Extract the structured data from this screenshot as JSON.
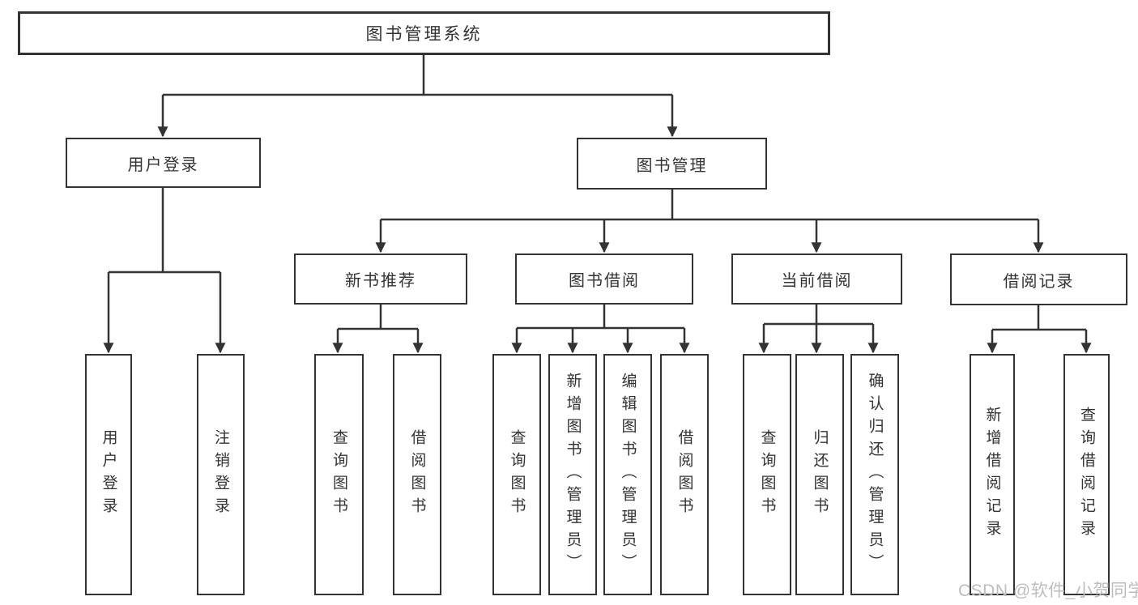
{
  "diagram": {
    "root": {
      "label": "图书管理系统",
      "children": {
        "login": {
          "label": "用户登录",
          "children": {
            "user_login": {
              "label": "用户登录"
            },
            "logout": {
              "label": "注销登录"
            }
          }
        },
        "management": {
          "label": "图书管理",
          "children": {
            "new_books": {
              "label": "新书推荐",
              "children": {
                "query": {
                  "label": "查询图书"
                },
                "borrow": {
                  "label": "借阅图书"
                }
              }
            },
            "borrowing": {
              "label": "图书借阅",
              "children": {
                "query": {
                  "label": "查询图书"
                },
                "add": {
                  "label": "新增图书（管理员）"
                },
                "edit": {
                  "label": "编辑图书（管理员）"
                },
                "borrow": {
                  "label": "借阅图书"
                }
              }
            },
            "current": {
              "label": "当前借阅",
              "children": {
                "query": {
                  "label": "查询图书"
                },
                "return": {
                  "label": "归还图书"
                },
                "confirm": {
                  "label": "确认归还（管理员）"
                }
              }
            },
            "records": {
              "label": "借阅记录",
              "children": {
                "add": {
                  "label": "新增借阅记录"
                },
                "query": {
                  "label": "查询借阅记录"
                }
              }
            }
          }
        }
      }
    }
  },
  "watermark": {
    "text": "CSDN @软件_小贺同学"
  },
  "colors": {
    "line": "#333333",
    "box_border": "#333333",
    "text": "#333333",
    "watermark": "#bdbdbd",
    "background": "#ffffff"
  }
}
